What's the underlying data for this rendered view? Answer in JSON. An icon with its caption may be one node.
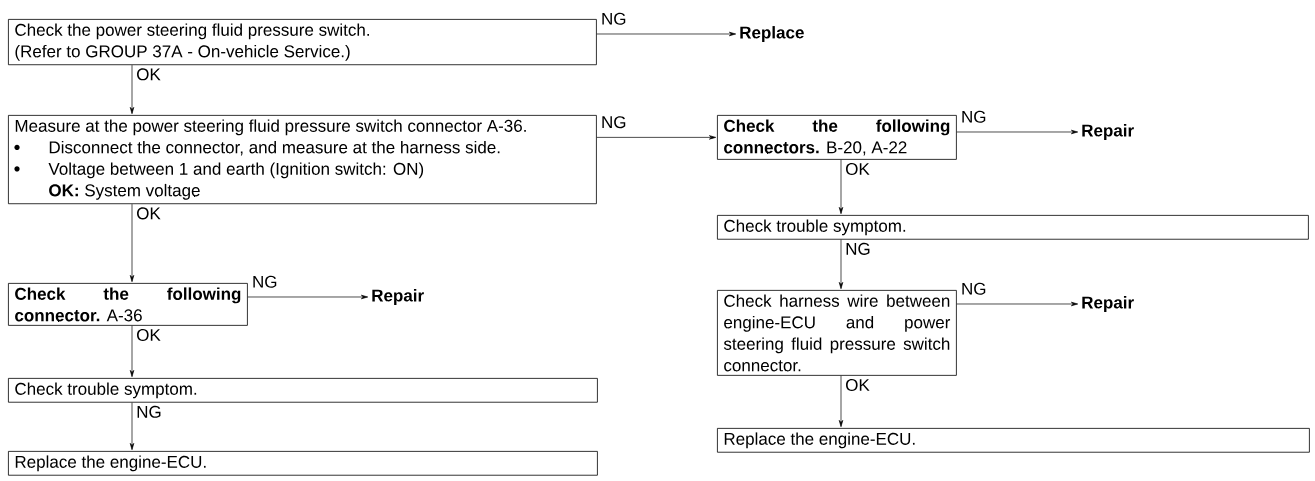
{
  "diagram": {
    "nodes": [
      {
        "text": [
          "Check the power steering fluid pressure switch.",
          "(Refer to GROUP 37A - On-vehicle Service.)"
        ]
      },
      {
        "text": [
          "Replace"
        ]
      },
      {
        "text": [
          "Measure at the power steering fluid pressure switch connector A-36.",
          "Disconnect the connector, and measure at the harness side.",
          "Voltage between 1 and earth (Ignition switch: ON)",
          "**OK:** System voltage"
        ]
      },
      {
        "text": [
          "**Check the following connector.** A-36"
        ]
      },
      {
        "text": [
          "Repair"
        ]
      },
      {
        "text": [
          "Check trouble symptom."
        ]
      },
      {
        "text": [
          "Replace the engine-ECU."
        ]
      },
      {
        "text": [
          "**Check the following connectors.** B-20, A-22"
        ]
      },
      {
        "text": [
          "Repair"
        ]
      },
      {
        "text": [
          "Check trouble symptom."
        ]
      },
      {
        "text": [
          "Check harness wire between engine-ECU and power steering fluid pressure switch connector."
        ]
      },
      {
        "text": [
          "Repair"
        ]
      },
      {
        "text": [
          "Replace the engine-ECU."
        ]
      }
    ],
    "edges": [
      {
        "from": 0,
        "to": 1,
        "arrow": "to",
        "label": "NG"
      },
      {
        "from": 0,
        "to": 2,
        "arrow": "to",
        "label": "OK"
      },
      {
        "from": 2,
        "to": 7,
        "arrow": "to",
        "label": "NG"
      },
      {
        "from": 2,
        "to": 3,
        "arrow": "to",
        "label": "OK"
      },
      {
        "from": 3,
        "to": 4,
        "arrow": "to",
        "label": "NG"
      },
      {
        "from": 3,
        "to": 5,
        "arrow": "to",
        "label": "OK"
      },
      {
        "from": 5,
        "to": 6,
        "arrow": "to",
        "label": "NG"
      },
      {
        "from": 7,
        "to": 8,
        "arrow": "to",
        "label": "NG"
      },
      {
        "from": 7,
        "to": 9,
        "arrow": "to",
        "label": "OK"
      },
      {
        "from": 9,
        "to": 10,
        "arrow": "to",
        "label": "NG"
      },
      {
        "from": 10,
        "to": 11,
        "arrow": "to",
        "label": "NG"
      },
      {
        "from": 10,
        "to": 12,
        "arrow": "to",
        "label": "OK"
      }
    ]
  }
}
